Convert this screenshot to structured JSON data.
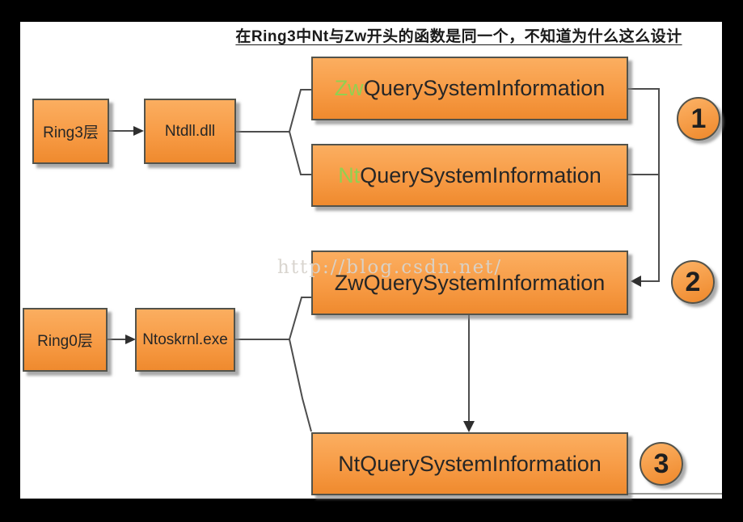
{
  "title": "在Ring3中Nt与Zw开头的函数是同一个，不知道为什么这么设计",
  "watermark": "http://blog.csdn.net/",
  "colors": {
    "frame_bg": "#000000",
    "page_bg": "#FFFFFF",
    "box_fill_top": "#FBAE60",
    "box_fill_bottom": "#EF8A2E",
    "box_border": "#53534B",
    "green_accent": "#92D050",
    "connector": "#4D4D4D"
  },
  "nodes": {
    "ring3": {
      "label": "Ring3层"
    },
    "ntdll": {
      "label": "Ntdll.dll"
    },
    "zw_user": {
      "prefix": "Zw",
      "rest": "QuerySystemInformation"
    },
    "nt_user": {
      "prefix": "Nt",
      "rest": "QuerySystemInformation"
    },
    "zw_kernel": {
      "label": "ZwQuerySystemInformation"
    },
    "ring0": {
      "label": "Ring0层"
    },
    "ntoskrnl": {
      "label": "Ntoskrnl.exe"
    },
    "nt_kernel": {
      "label": "NtQuerySystemInformation"
    }
  },
  "badges": {
    "step1": "1",
    "step2": "2",
    "step3": "3"
  }
}
